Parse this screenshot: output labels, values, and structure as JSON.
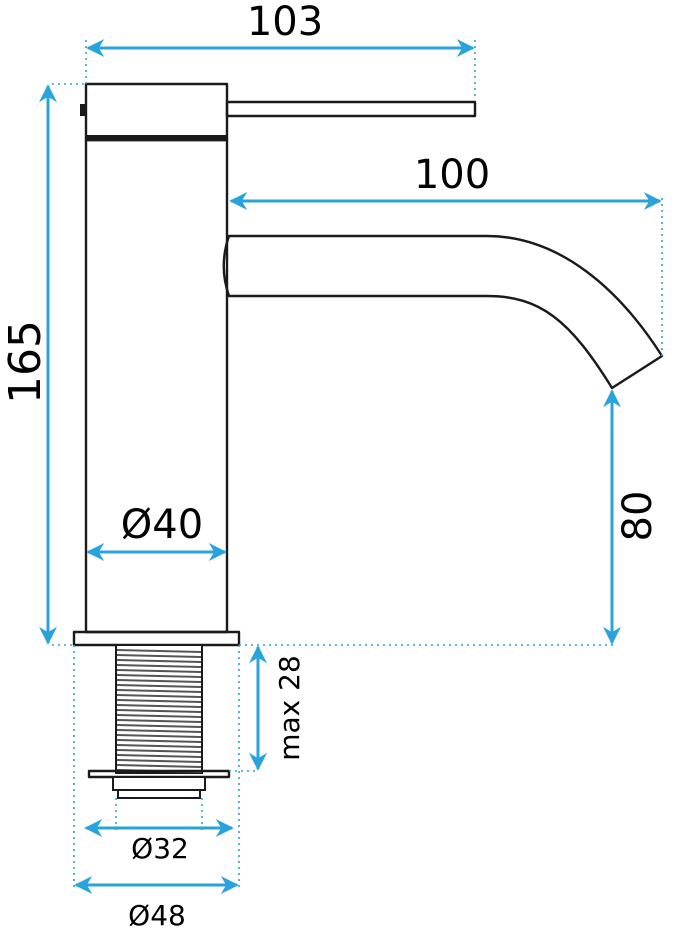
{
  "diagram": {
    "colors": {
      "dimension": "#29a3dc",
      "outline": "#1a1a1a",
      "thread": "#555555",
      "background": "#ffffff"
    },
    "dimensions": {
      "handle_width": "103",
      "spout_reach": "100",
      "total_height": "165",
      "spout_height": "80",
      "body_diameter": "Ø40",
      "max_thickness": "max 28",
      "thread_diameter": "Ø32",
      "base_diameter": "Ø48"
    }
  }
}
